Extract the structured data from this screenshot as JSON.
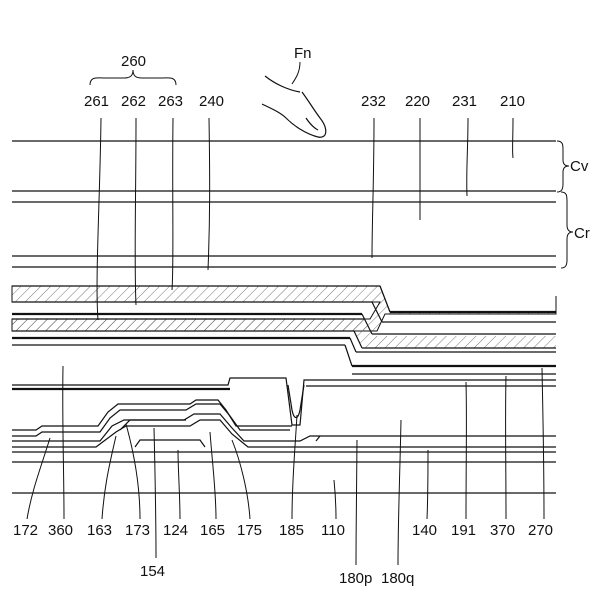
{
  "figure": {
    "top_labels": {
      "group_260": "260",
      "l261": "261",
      "l262": "262",
      "l263": "263",
      "l240": "240",
      "fn": "Fn",
      "l232": "232",
      "l220": "220",
      "l231": "231",
      "l210": "210"
    },
    "side_labels": {
      "cv": "Cv",
      "cr": "Cr"
    },
    "bottom_labels": {
      "l172": "172",
      "l360": "360",
      "l163": "163",
      "l173": "173",
      "l124": "124",
      "l165": "165",
      "l175": "175",
      "l185": "185",
      "l110": "110",
      "l140": "140",
      "l191": "191",
      "l370": "370",
      "l270": "270",
      "l154": "154",
      "l180p": "180p",
      "l180q": "180q"
    }
  }
}
